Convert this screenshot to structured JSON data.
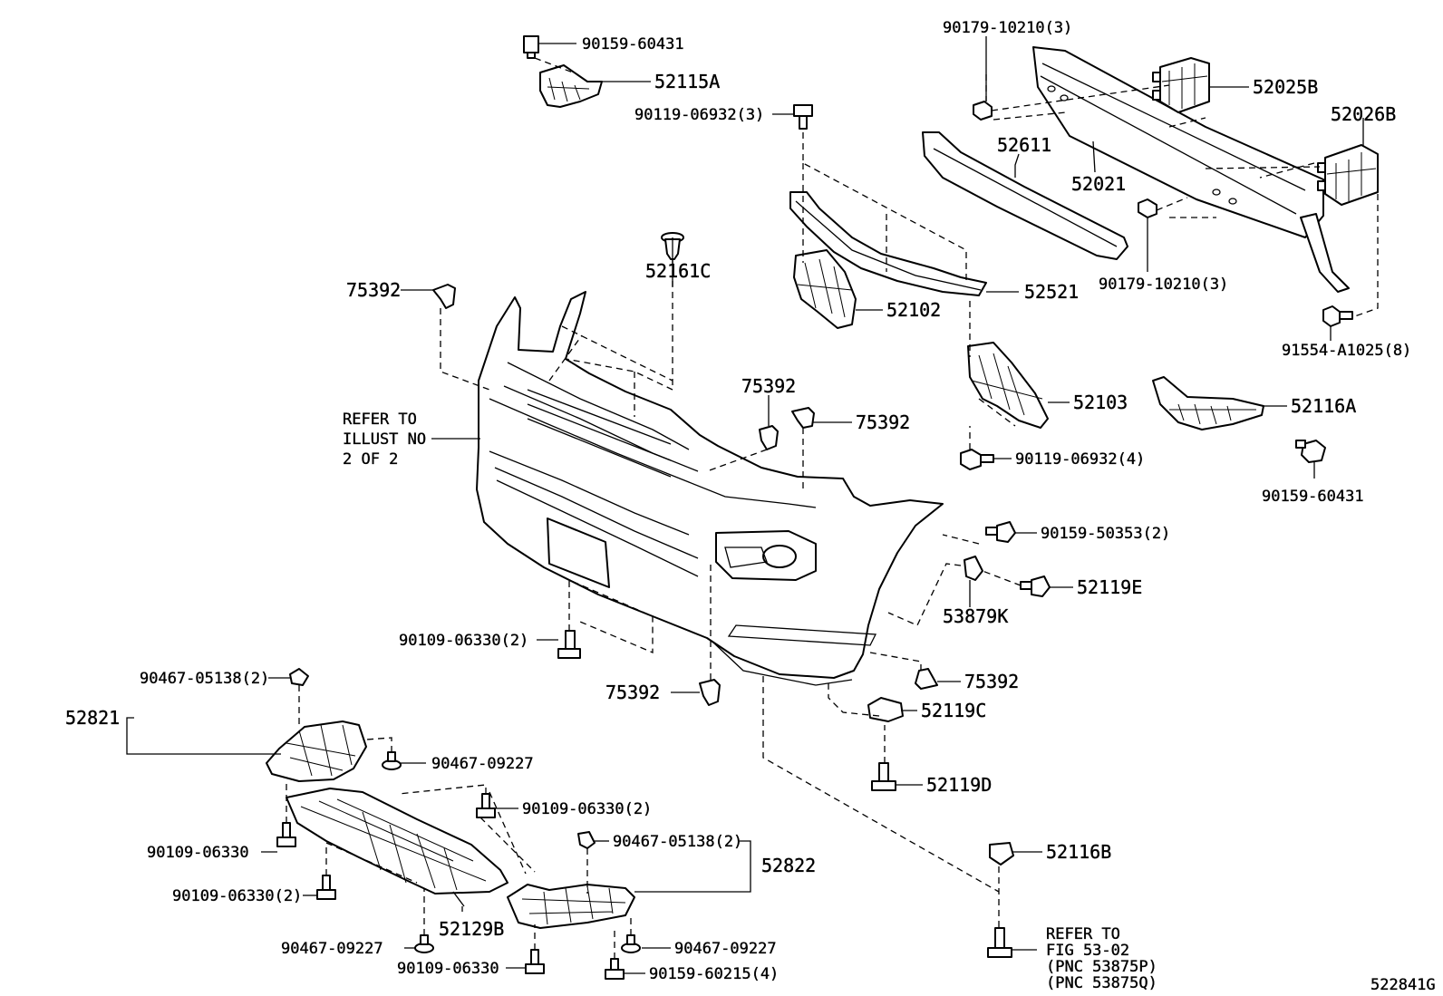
{
  "diagram": {
    "drawing_code": "522841G",
    "refer_note_1": [
      "REFER TO",
      "ILLUST NO",
      "2 OF 2"
    ],
    "refer_note_2": [
      "REFER TO",
      "FIG 53-02",
      "(PNC 53875P)",
      "(PNC 53875Q)"
    ],
    "labels": {
      "p90159_60431_top": "90159-60431",
      "p52115A": "52115A",
      "p90119_06932_3": "90119-06932(3)",
      "p90179_10210_3_top": "90179-10210(3)",
      "p52025B": "52025B",
      "p52026B": "52026B",
      "p52611": "52611",
      "p52021": "52021",
      "p90179_10210_3_bot": "90179-10210(3)",
      "p91554_A1025_8": "91554-A1025(8)",
      "p52161C": "52161C",
      "p75392_a": "75392",
      "p52521": "52521",
      "p52102": "52102",
      "p52103": "52103",
      "p52116A": "52116A",
      "p75392_b": "75392",
      "p75392_c": "75392",
      "p90119_06932_4": "90119-06932(4)",
      "p90159_60431_right": "90159-60431",
      "p90159_50353_2": "90159-50353(2)",
      "p52119E": "52119E",
      "p53879K": "53879K",
      "p90109_06330_2_mid": "90109-06330(2)",
      "p75392_d": "75392",
      "p75392_e": "75392",
      "p52119C": "52119C",
      "p52119D": "52119D",
      "p90467_05138_2_top": "90467-05138(2)",
      "p52821": "52821",
      "p90467_09227_a": "90467-09227",
      "p90109_06330_2_b": "90109-06330(2)",
      "p90109_06330_a": "90109-06330",
      "p90109_06330_2_c": "90109-06330(2)",
      "p52129B": "52129B",
      "p90467_05138_2_bot": "90467-05138(2)",
      "p52822": "52822",
      "p90467_09227_b": "90467-09227",
      "p90467_09227_c": "90467-09227",
      "p90109_06330_b": "90109-06330",
      "p90159_60215_4": "90159-60215(4)",
      "p52116B": "52116B"
    }
  }
}
